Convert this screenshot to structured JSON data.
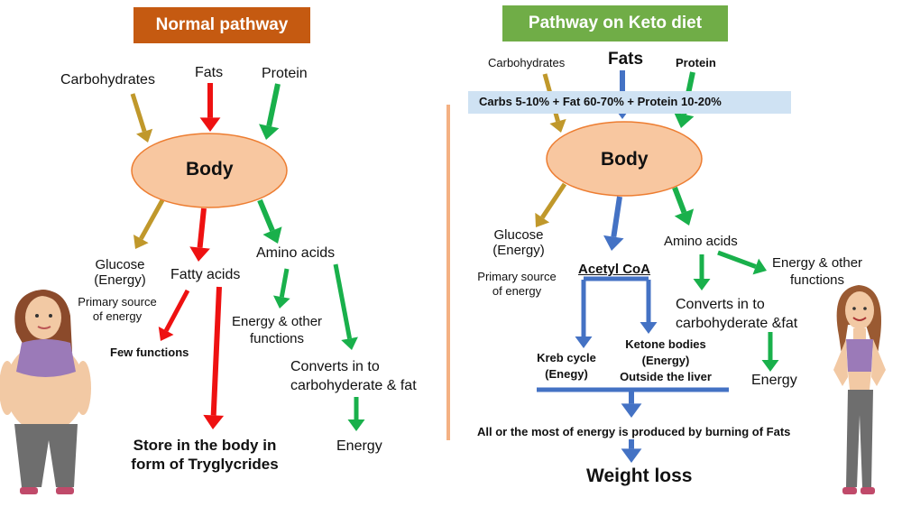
{
  "colors": {
    "carb_arrow": "#c0982b",
    "fat_arrow": "#ee1111",
    "protein_arrow": "#19b04b",
    "keto_arrow": "#4472c4",
    "body_fill": "#f8c7a0",
    "body_stroke": "#ed7d31"
  },
  "left": {
    "header": "Normal pathway",
    "carbohydrates": "Carbohydrates",
    "fats": "Fats",
    "protein": "Protein",
    "body": "Body",
    "glucose_line1": "Glucose",
    "glucose_line2": "(Energy)",
    "primary_line1": "Primary source",
    "primary_line2": "of energy",
    "fatty_acids": "Fatty acids",
    "few_functions": "Few functions",
    "store_line1": "Store in the body in",
    "store_line2": "form of Tryglycrides",
    "amino_acids": "Amino acids",
    "energy_other_line1": "Energy & other",
    "energy_other_line2": "functions",
    "converts_line1": "Converts in to",
    "converts_line2": "carbohyderate & fat",
    "energy": "Energy"
  },
  "right": {
    "header": "Pathway on Keto diet",
    "carbohydrates": "Carbohydrates",
    "fats": "Fats",
    "protein": "Protein",
    "ratio_banner": "Carbs 5-10% +   Fat 60-70% +   Protein 10-20%",
    "body": "Body",
    "glucose_line1": "Glucose",
    "glucose_line2": "(Energy)",
    "primary_line1": "Primary source",
    "primary_line2": "of energy",
    "acetyl": "Acetyl CoA",
    "kreb_line1": "Kreb cycle",
    "kreb_line2": "(Enegy)",
    "ketone_line1": "Ketone bodies",
    "ketone_line2": "(Energy)",
    "ketone_line3": "Outside the liver",
    "amino_acids": "Amino acids",
    "energy_other_line1": "Energy & other",
    "energy_other_line2": "functions",
    "converts_line1": "Converts in to",
    "converts_line2": "carbohyderate &fat",
    "energy": "Energy",
    "all_energy": "All or the most of energy is produced by burning of Fats",
    "weight_loss": "Weight loss"
  }
}
